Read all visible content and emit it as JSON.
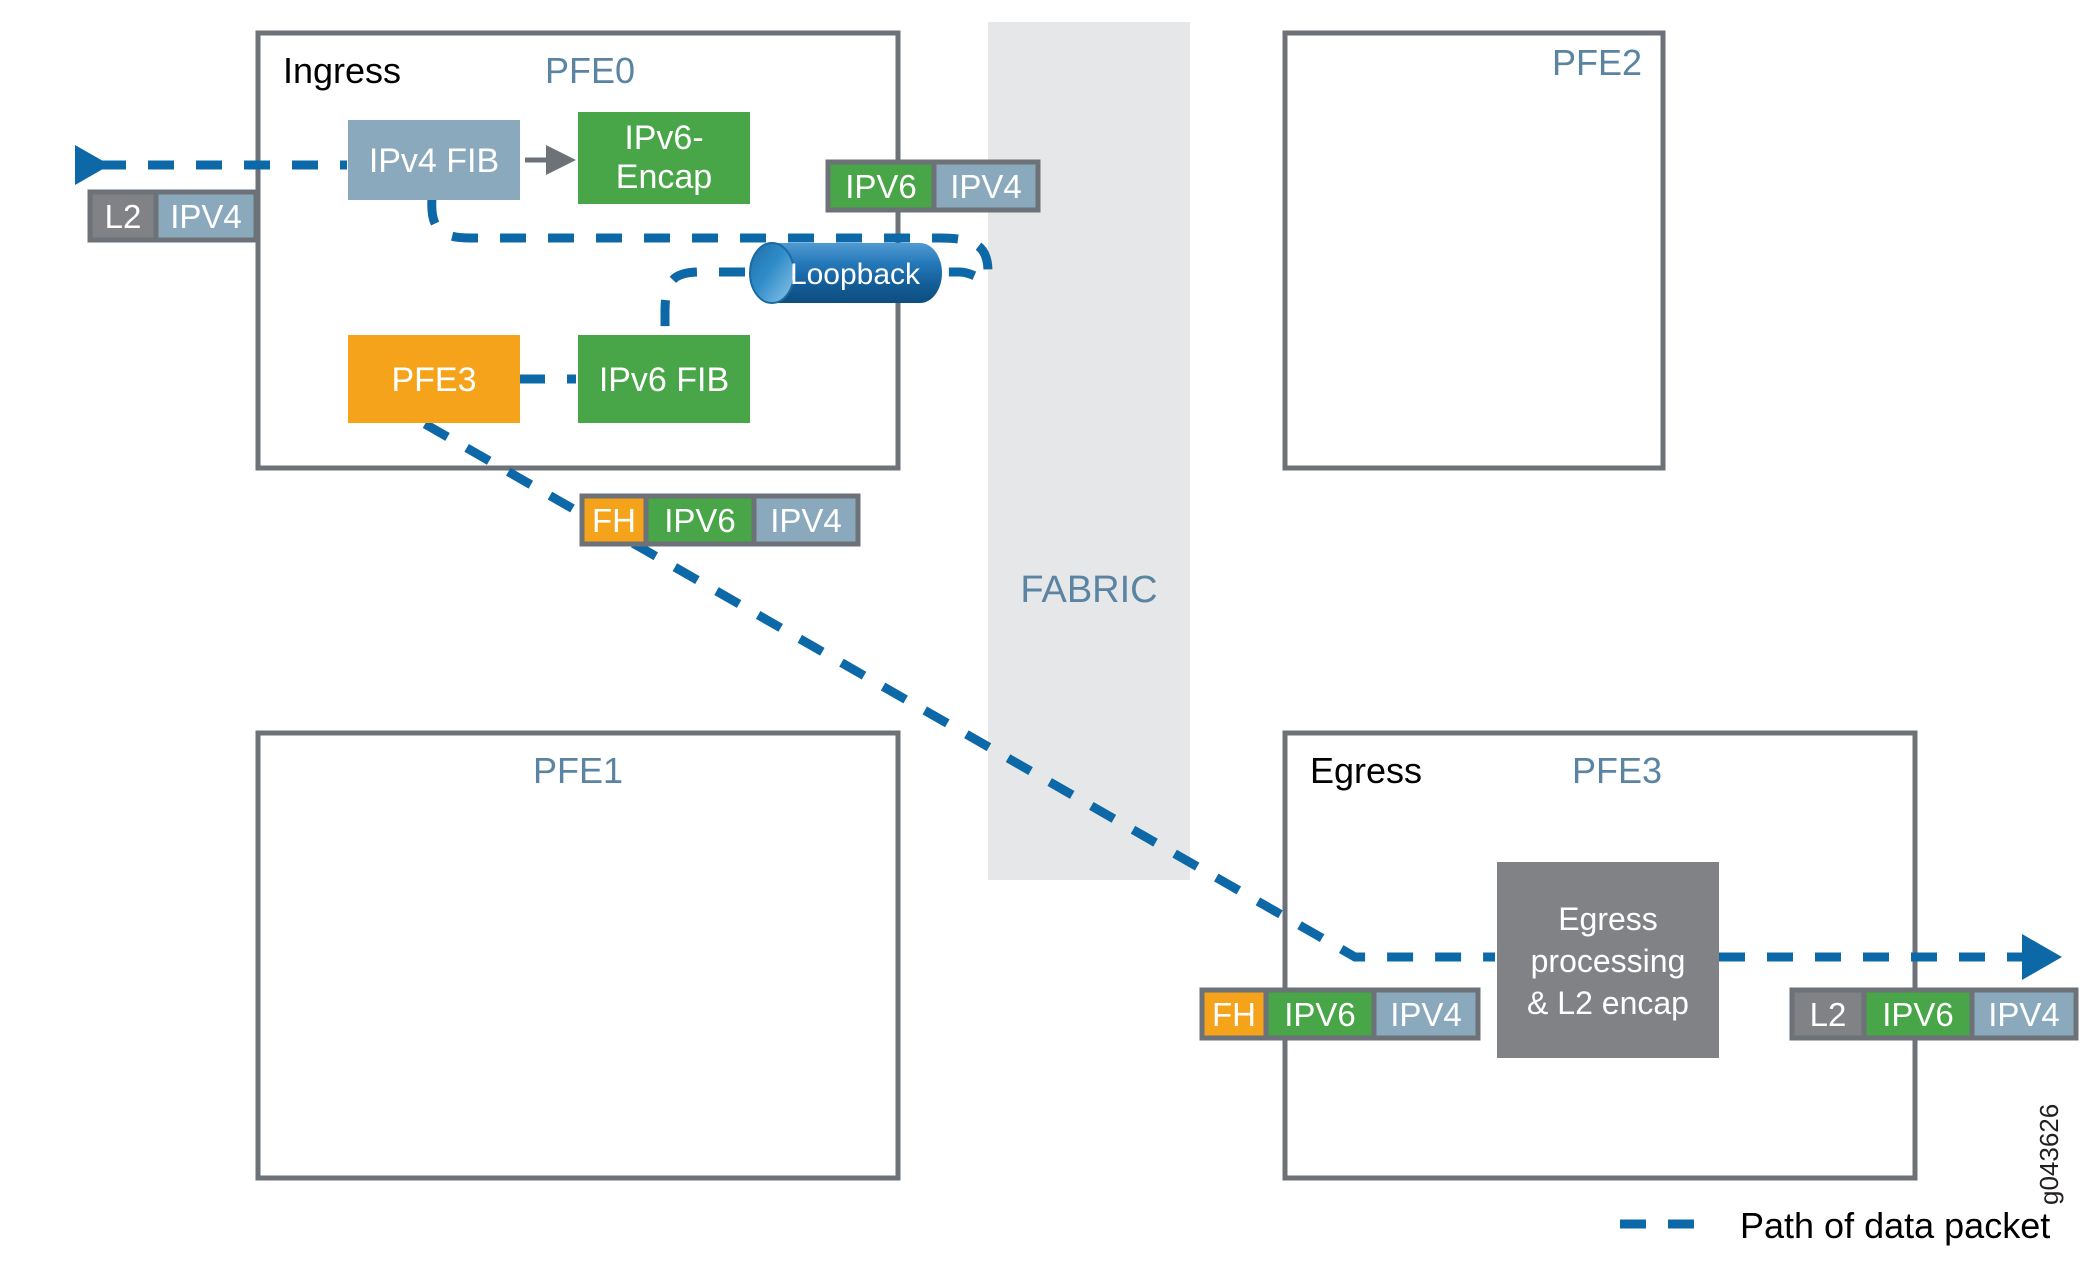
{
  "figure": {
    "id_watermark": "g043626",
    "accent_blue": "#0d68a8",
    "green": "#48a548",
    "orange": "#f5a31a",
    "slate_blue": "#8ba9bd",
    "gray": "#808285",
    "frame_gray": "#6d7278",
    "fabric_gray": "#e6e7e8",
    "pfe_label_color": "#5b84a3"
  },
  "panels": {
    "ingress": {
      "role_label": "Ingress",
      "pfe_label": "PFE0",
      "blocks": {
        "ipv4_fib": "IPv4 FIB",
        "ipv6_encap_line1": "IPv6-",
        "ipv6_encap_line2": "Encap",
        "pfe3": "PFE3",
        "ipv6_fib": "IPv6 FIB",
        "loopback": "Loopback"
      }
    },
    "pfe2": {
      "pfe_label": "PFE2"
    },
    "pfe1": {
      "pfe_label": "PFE1"
    },
    "egress": {
      "role_label": "Egress",
      "pfe_label": "PFE3",
      "blocks": {
        "egress_processing_line1": "Egress",
        "egress_processing_line2": "processing",
        "egress_processing_line3": "& L2 encap"
      }
    }
  },
  "fabric": {
    "label": "FABRIC"
  },
  "packets": {
    "inbound": {
      "name": "inbound-packet",
      "segments": [
        {
          "label": "L2",
          "color": "#808285"
        },
        {
          "label": "IPV4",
          "color": "#8ba9bd"
        }
      ]
    },
    "after_encap": {
      "name": "encapsulated-packet",
      "segments": [
        {
          "label": "IPV6",
          "color": "#48a548"
        },
        {
          "label": "IPV4",
          "color": "#8ba9bd"
        }
      ]
    },
    "fabric_header_ingress": {
      "name": "fabric-header-packet-ingress",
      "segments": [
        {
          "label": "FH",
          "color": "#f5a31a"
        },
        {
          "label": "IPV6",
          "color": "#48a548"
        },
        {
          "label": "IPV4",
          "color": "#8ba9bd"
        }
      ]
    },
    "fabric_header_egress": {
      "name": "fabric-header-packet-egress",
      "segments": [
        {
          "label": "FH",
          "color": "#f5a31a"
        },
        {
          "label": "IPV6",
          "color": "#48a548"
        },
        {
          "label": "IPV4",
          "color": "#8ba9bd"
        }
      ]
    },
    "outbound": {
      "name": "outbound-packet",
      "segments": [
        {
          "label": "L2",
          "color": "#808285"
        },
        {
          "label": "IPV6",
          "color": "#48a548"
        },
        {
          "label": "IPV4",
          "color": "#8ba9bd"
        }
      ]
    }
  },
  "legend": {
    "label": "Path of data packet",
    "line_style": "dashed",
    "color": "#0d68a8"
  }
}
